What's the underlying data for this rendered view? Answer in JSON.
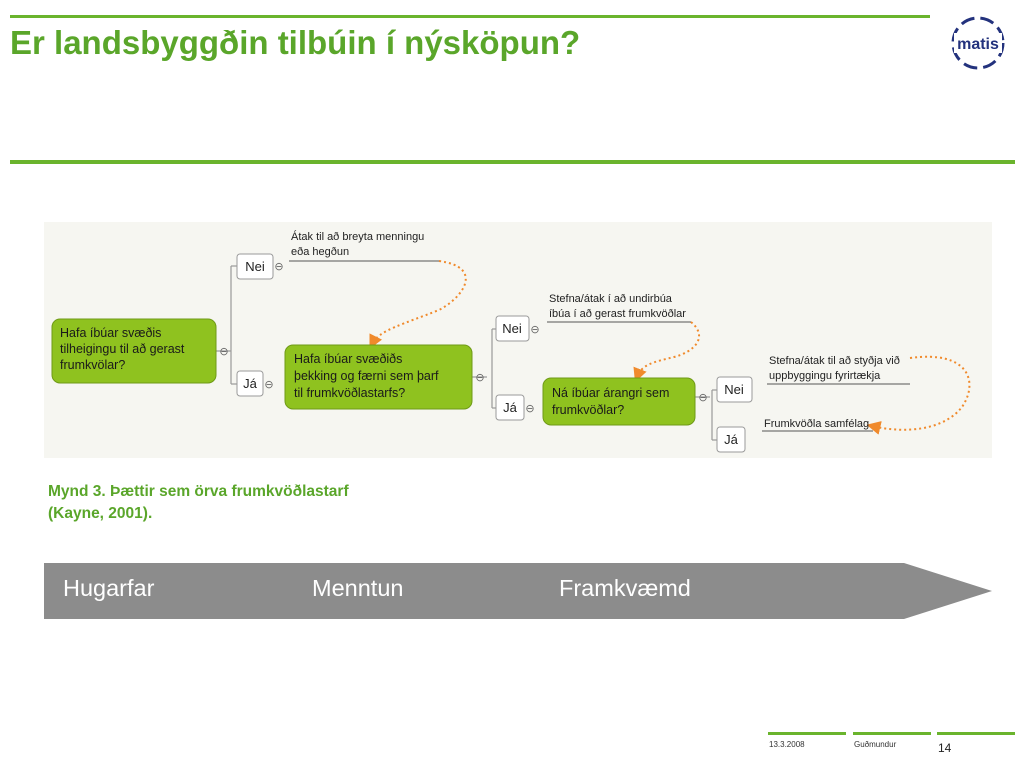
{
  "slide": {
    "title": "Er landsbyggðin tilbúin í nýsköpun?",
    "logo_text": "matis",
    "caption_line1": "Mynd 3.  Þættir sem örva frumkvöðlastarf",
    "caption_line2": "(Kayne, 2001)."
  },
  "diagram": {
    "nodes": {
      "q1": [
        "Hafa íbúar svæðis",
        "tilheigingu til að gerast",
        "frumkvölar?"
      ],
      "q2": [
        "Hafa íbúar svæðiðs",
        "þekking og færni sem þarf",
        "til frumkvöðlastarfs?"
      ],
      "q3": [
        "Ná íbúar árangri sem",
        "frumkvöðlar?"
      ],
      "nei_label": "Nei",
      "ja_label": "Já",
      "collapse_symbol": "⊖",
      "out1": [
        "Átak til að breyta menningu",
        "eða hegðun"
      ],
      "out2": [
        "Stefna/átak í að undirbúa",
        "íbúa í að gerast frumkvöðlar"
      ],
      "out3": [
        "Stefna/átak til að styðja við",
        "uppbyggingu fyrirtækja"
      ],
      "out4": [
        "Frumkvöðla samfélag"
      ]
    },
    "colors": {
      "node_fill": "#8fc21f",
      "edge": "#999999",
      "arrow": "#f08a2c"
    }
  },
  "arrow_band": {
    "stages": [
      "Hugarfar",
      "Menntun",
      "Framkvæmd"
    ],
    "fill": "#8c8c8c"
  },
  "footer": {
    "date": "13.3.2008",
    "author": "Guðmundur",
    "page": "14"
  }
}
